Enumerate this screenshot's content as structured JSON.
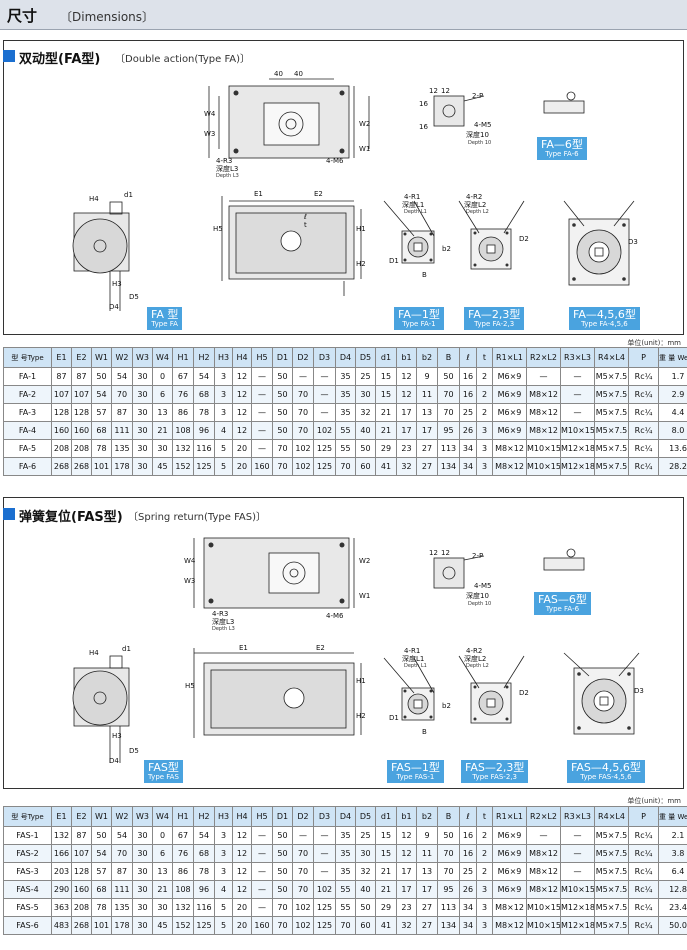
{
  "header": {
    "title": "尺寸",
    "subtitle": "〔Dimensions〕"
  },
  "fa": {
    "title": "双动型(FA型)",
    "subtitle": "〔Double action(Type FA)〕",
    "unit": "单位(unit)：mm",
    "tags": [
      {
        "name": "FA 型",
        "sub": "Type FA"
      },
      {
        "name": "FA—1型",
        "sub": "Type FA-1"
      },
      {
        "name": "FA—2,3型",
        "sub": "Type FA-2,3"
      },
      {
        "name": "FA—4,5,6型",
        "sub": "Type FA-4,5,6"
      },
      {
        "name": "FA—6型",
        "sub": "Type FA-6"
      }
    ],
    "headers": [
      "型 号Type",
      "E1",
      "E2",
      "W1",
      "W2",
      "W3",
      "W4",
      "H1",
      "H2",
      "H3",
      "H4",
      "H5",
      "D1",
      "D2",
      "D3",
      "D4",
      "D5",
      "d1",
      "b1",
      "b2",
      "B",
      "ℓ",
      "t",
      "R1×L1",
      "R2×L2",
      "R3×L3",
      "R4×L4",
      "P",
      "重 量 Weight (Kg)"
    ],
    "rows": [
      [
        "FA-1",
        "87",
        "87",
        "50",
        "54",
        "30",
        "0",
        "67",
        "54",
        "3",
        "12",
        "—",
        "50",
        "—",
        "—",
        "35",
        "25",
        "15",
        "12",
        "9",
        "50",
        "16",
        "2",
        "M6×9",
        "—",
        "—",
        "M5×7.5",
        "Rc¼",
        "1.7"
      ],
      [
        "FA-2",
        "107",
        "107",
        "54",
        "70",
        "30",
        "6",
        "76",
        "68",
        "3",
        "12",
        "—",
        "50",
        "70",
        "—",
        "35",
        "30",
        "15",
        "12",
        "11",
        "70",
        "16",
        "2",
        "M6×9",
        "M8×12",
        "—",
        "M5×7.5",
        "Rc¼",
        "2.9"
      ],
      [
        "FA-3",
        "128",
        "128",
        "57",
        "87",
        "30",
        "13",
        "86",
        "78",
        "3",
        "12",
        "—",
        "50",
        "70",
        "—",
        "35",
        "32",
        "21",
        "17",
        "13",
        "70",
        "25",
        "2",
        "M6×9",
        "M8×12",
        "—",
        "M5×7.5",
        "Rc¼",
        "4.4"
      ],
      [
        "FA-4",
        "160",
        "160",
        "68",
        "111",
        "30",
        "21",
        "108",
        "96",
        "4",
        "12",
        "—",
        "50",
        "70",
        "102",
        "55",
        "40",
        "21",
        "17",
        "17",
        "95",
        "26",
        "3",
        "M6×9",
        "M8×12",
        "M10×15",
        "M5×7.5",
        "Rc¼",
        "8.0"
      ],
      [
        "FA-5",
        "208",
        "208",
        "78",
        "135",
        "30",
        "30",
        "132",
        "116",
        "5",
        "20",
        "—",
        "70",
        "102",
        "125",
        "55",
        "50",
        "29",
        "23",
        "27",
        "113",
        "34",
        "3",
        "M8×12",
        "M10×15",
        "M12×18",
        "M5×7.5",
        "Rc¼",
        "13.6"
      ],
      [
        "FA-6",
        "268",
        "268",
        "101",
        "178",
        "30",
        "45",
        "152",
        "125",
        "5",
        "20",
        "160",
        "70",
        "102",
        "125",
        "70",
        "60",
        "41",
        "32",
        "27",
        "134",
        "34",
        "3",
        "M8×12",
        "M10×15",
        "M12×18",
        "M5×7.5",
        "Rc¼",
        "28.2"
      ]
    ]
  },
  "fas": {
    "title": "弹簧复位(FAS型)",
    "subtitle": "〔Spring return(Type FAS)〕",
    "unit": "单位(unit)：mm",
    "tags": [
      {
        "name": "FAS型",
        "sub": "Type FAS"
      },
      {
        "name": "FAS—1型",
        "sub": "Type FAS-1"
      },
      {
        "name": "FAS—2,3型",
        "sub": "Type FAS-2,3"
      },
      {
        "name": "FAS—4,5,6型",
        "sub": "Type FAS-4,5,6"
      },
      {
        "name": "FAS—6型",
        "sub": "Type FA-6"
      }
    ],
    "headers": [
      "型 号Type",
      "E1",
      "E2",
      "W1",
      "W2",
      "W3",
      "W4",
      "H1",
      "H2",
      "H3",
      "H4",
      "H5",
      "D1",
      "D2",
      "D3",
      "D4",
      "D5",
      "d1",
      "b1",
      "b2",
      "B",
      "ℓ",
      "t",
      "R1×L1",
      "R2×L2",
      "R3×L3",
      "R4×L4",
      "P",
      "重 量 Weight (Kg)"
    ],
    "rows": [
      [
        "FAS-1",
        "132",
        "87",
        "50",
        "54",
        "30",
        "0",
        "67",
        "54",
        "3",
        "12",
        "—",
        "50",
        "—",
        "—",
        "35",
        "25",
        "15",
        "12",
        "9",
        "50",
        "16",
        "2",
        "M6×9",
        "—",
        "—",
        "M5×7.5",
        "Rc¼",
        "2.1"
      ],
      [
        "FAS-2",
        "166",
        "107",
        "54",
        "70",
        "30",
        "6",
        "76",
        "68",
        "3",
        "12",
        "—",
        "50",
        "70",
        "—",
        "35",
        "30",
        "15",
        "12",
        "11",
        "70",
        "16",
        "2",
        "M6×9",
        "M8×12",
        "—",
        "M5×7.5",
        "Rc¼",
        "3.8"
      ],
      [
        "FAS-3",
        "203",
        "128",
        "57",
        "87",
        "30",
        "13",
        "86",
        "78",
        "3",
        "12",
        "—",
        "50",
        "70",
        "—",
        "35",
        "32",
        "21",
        "17",
        "13",
        "70",
        "25",
        "2",
        "M6×9",
        "M8×12",
        "—",
        "M5×7.5",
        "Rc¼",
        "6.4"
      ],
      [
        "FAS-4",
        "290",
        "160",
        "68",
        "111",
        "30",
        "21",
        "108",
        "96",
        "4",
        "12",
        "—",
        "50",
        "70",
        "102",
        "55",
        "40",
        "21",
        "17",
        "17",
        "95",
        "26",
        "3",
        "M6×9",
        "M8×12",
        "M10×15",
        "M5×7.5",
        "Rc¼",
        "12.8"
      ],
      [
        "FAS-5",
        "363",
        "208",
        "78",
        "135",
        "30",
        "30",
        "132",
        "116",
        "5",
        "20",
        "—",
        "70",
        "102",
        "125",
        "55",
        "50",
        "29",
        "23",
        "27",
        "113",
        "34",
        "3",
        "M8×12",
        "M10×15",
        "M12×18",
        "M5×7.5",
        "Rc¼",
        "23.4"
      ],
      [
        "FAS-6",
        "483",
        "268",
        "101",
        "178",
        "30",
        "45",
        "152",
        "125",
        "5",
        "20",
        "160",
        "70",
        "102",
        "125",
        "70",
        "60",
        "41",
        "32",
        "27",
        "134",
        "34",
        "3",
        "M8×12",
        "M10×15",
        "M12×18",
        "M5×7.5",
        "Rc¼",
        "50.0"
      ]
    ]
  },
  "drawing_labels": {
    "dim_40a": "40",
    "dim_40b": "40",
    "w1": "W1",
    "w2": "W2",
    "w3": "W3",
    "w4": "W4",
    "r3": "4-R3",
    "l3_cn": "深度L3",
    "l3_en": "Depth L3",
    "m6": "4-M6",
    "e1": "E1",
    "e2": "E2",
    "h1": "H1",
    "h2": "H2",
    "h3": "H3",
    "h4": "H4",
    "h5": "H5",
    "d1": "D1",
    "d2": "D2",
    "d3": "D3",
    "d4": "D4",
    "d5": "D5",
    "sd1": "d1",
    "ell": "ℓ",
    "t": "t",
    "b": "B",
    "b2": "b2",
    "p2": "2-P",
    "m5": "4-M5",
    "depth10_cn": "深度10",
    "depth10_en": "Depth 10",
    "n12a": "12",
    "n12b": "12",
    "n16a": "16",
    "n16b": "16",
    "r1": "4-R1",
    "l1_cn": "深度L1",
    "l1_en": "Depth L1",
    "r2": "4-R2",
    "l2_cn": "深度L2",
    "l2_en": "Depth L2"
  }
}
